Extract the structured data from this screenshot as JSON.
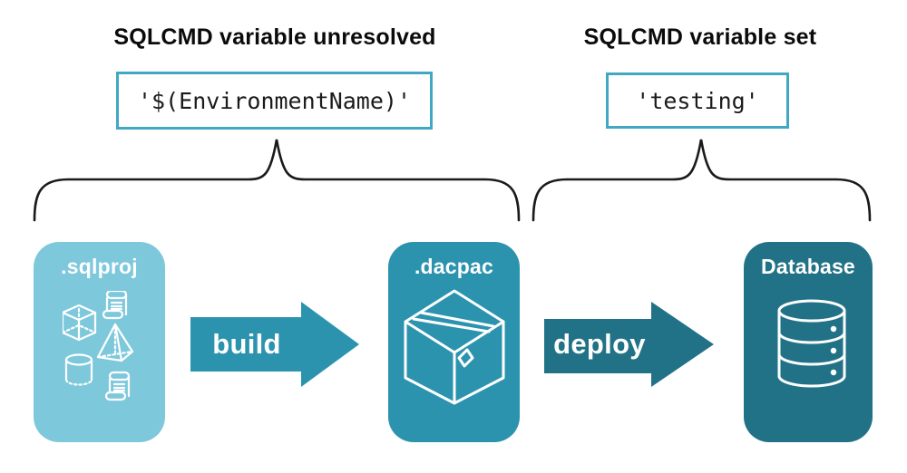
{
  "colors": {
    "card_sqlproj": "#7EC8DC",
    "card_dacpac": "#2C93AF",
    "card_database": "#227287",
    "arrow_build": "#2C93AF",
    "arrow_deploy": "#227287",
    "code_box_border": "#41A8C4",
    "brace_stroke": "#1A1A1A",
    "text_dark": "#0B0B0B",
    "icon_white": "#FFFFFF"
  },
  "annotations": {
    "left": {
      "title": "SQLCMD variable unresolved",
      "code": "'$(EnvironmentName)'"
    },
    "right": {
      "title": "SQLCMD variable set",
      "code": "'testing'"
    }
  },
  "pipeline": {
    "nodes": [
      {
        "id": "sqlproj",
        "label": ".sqlproj",
        "icon": "sql-objects-cluster-icon"
      },
      {
        "id": "dacpac",
        "label": ".dacpac",
        "icon": "package-box-icon"
      },
      {
        "id": "database",
        "label": "Database",
        "icon": "database-icon"
      }
    ],
    "arrows": [
      {
        "label": "build"
      },
      {
        "label": "deploy"
      }
    ]
  }
}
